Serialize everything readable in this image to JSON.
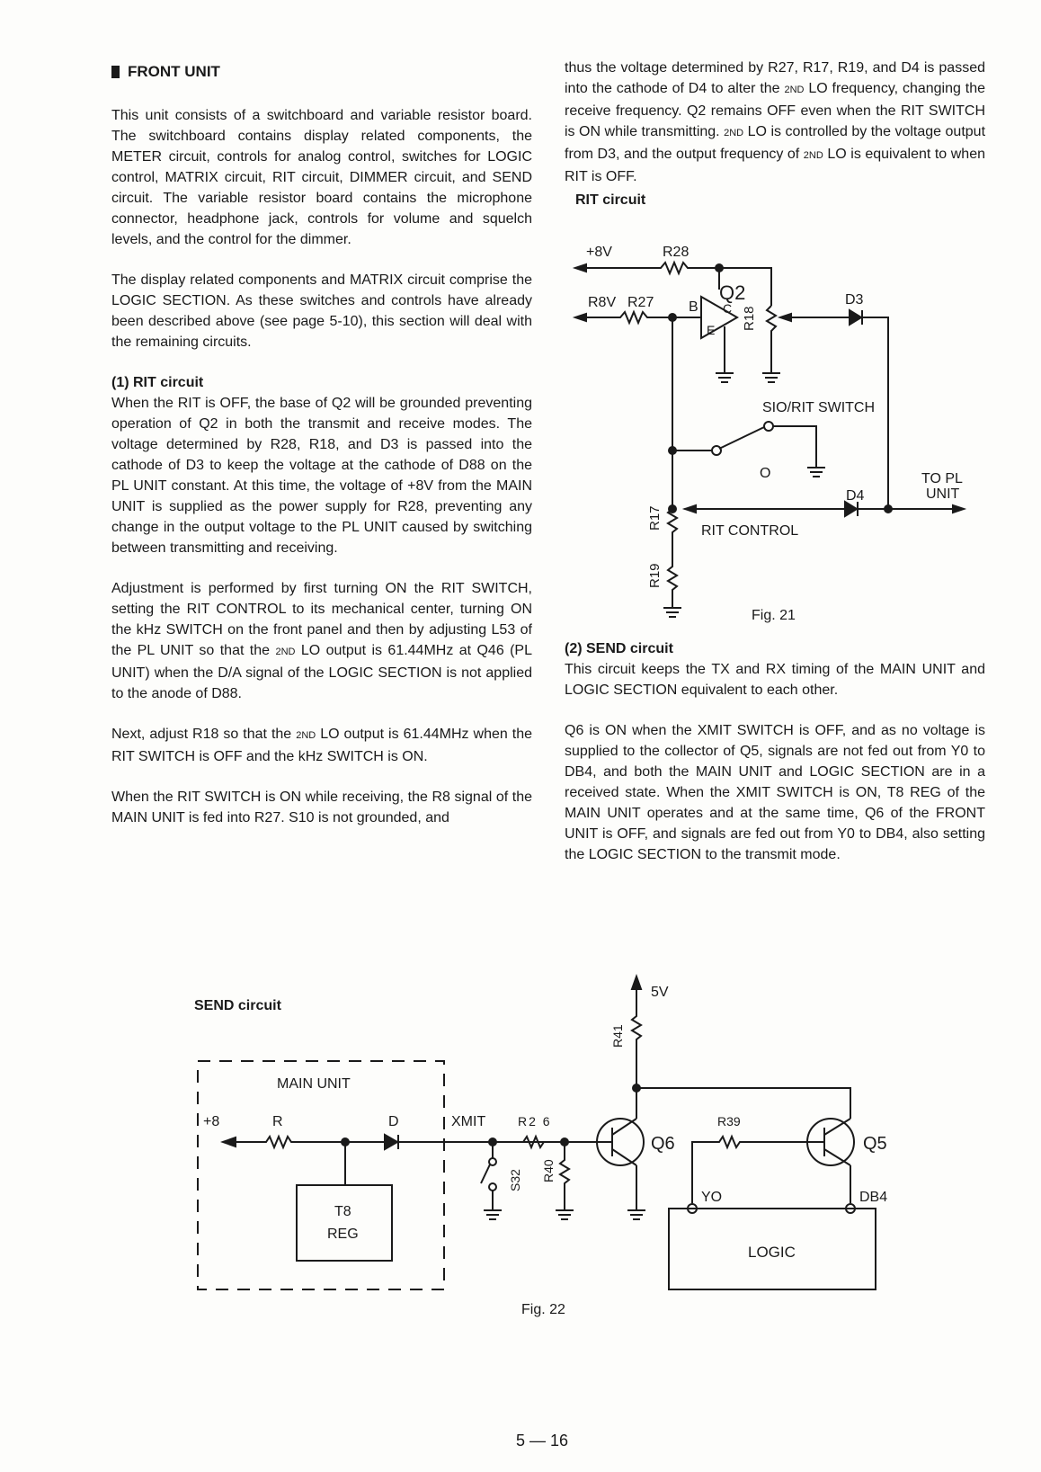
{
  "left_column": {
    "heading": "FRONT UNIT",
    "para1": "This unit consists of a switchboard and variable resistor board. The switchboard contains display related components, the METER circuit, controls for analog control, switches for LOGIC control, MATRIX circuit, RIT circuit, DIMMER circuit, and SEND circuit. The variable resistor board contains the microphone connector, headphone jack, controls for volume and squelch levels, and the control for the dimmer.",
    "para2": "The display related components and MATRIX circuit comprise the LOGIC SECTION. As these switches and controls have already been described above (see page 5-10), this section will deal with the remaining circuits.",
    "sub1_heading": "(1)  RIT circuit",
    "para3": "When the RIT is OFF, the base of Q2 will be grounded preventing operation of Q2 in both the transmit and receive modes. The voltage determined by R28, R18, and D3 is passed into the cathode of D3 to keep the voltage at the cathode of D88 on the PL UNIT constant. At this time, the voltage of +8V from the MAIN UNIT is supplied as the power supply for R28, preventing any change in the output voltage to the PL UNIT caused by switching between transmitting and receiving.",
    "para4_a": "Adjustment is performed by first turning ON the RIT SWITCH, setting the RIT CONTROL to its mechanical center, turning ON the kHz SWITCH on the front panel and then by adjusting L53 of the PL UNIT so that the ",
    "para4_sc": "2ND",
    "para4_b": " LO output is 61.44MHz at Q46 (PL UNIT) when the D/A signal of the LOGIC SECTION is not applied to the anode of D88.",
    "para5_a": "Next, adjust R18 so that the ",
    "para5_sc": "2ND",
    "para5_b": " LO output is 61.44MHz when the RIT SWITCH is OFF and the kHz SWITCH is ON.",
    "para6": "When the RIT SWITCH is ON while receiving, the R8 signal of the MAIN UNIT is fed into R27. S10 is not grounded, and"
  },
  "right_column": {
    "para1_a": "thus the voltage determined by R27, R17, R19, and D4 is passed into the cathode of D4 to alter the ",
    "para1_sc1": "2ND",
    "para1_b": " LO frequency, changing the receive frequency. Q2 remains OFF even when the RIT SWITCH is ON while transmitting. ",
    "para1_sc2": "2ND",
    "para1_c": " LO is controlled by the voltage output from D3, and the output frequency of ",
    "para1_sc3": "2ND",
    "para1_d": " LO is equivalent to when RIT is OFF.",
    "sub2_heading": "(2)  SEND circuit",
    "para2": "This circuit keeps the TX and RX timing of the MAIN UNIT and LOGIC SECTION equivalent to each other.",
    "para3": "Q6 is ON when the XMIT SWITCH is OFF, and as no voltage is supplied to the collector of Q5, signals are not fed out from Y0 to DB4, and both the MAIN UNIT and LOGIC SECTION are in a received state. When the XMIT SWITCH is ON, T8 REG of the MAIN UNIT operates and at the same time, Q6 of the FRONT UNIT is OFF, and signals are fed out from Y0 to DB4, also setting the LOGIC SECTION to the transmit mode."
  },
  "fig21": {
    "title": "RIT circuit",
    "caption": "Fig. 21",
    "labels": {
      "v8": "+8V",
      "r28": "R28",
      "r8v": "R8V",
      "r27": "R27",
      "q2": "Q2",
      "b": "B",
      "c": "C",
      "e": "E",
      "r18": "R18",
      "d3": "D3",
      "switch": "SIO/RIT SWITCH",
      "o": "O",
      "d4": "D4",
      "topl1": "TO PL",
      "topl2": "UNIT",
      "r17": "R17",
      "rit_control": "RIT CONTROL",
      "r19": "R19"
    }
  },
  "fig22": {
    "title": "SEND circuit",
    "caption": "Fig. 22",
    "labels": {
      "main_unit": "MAIN UNIT",
      "v8": "+8",
      "r": "R",
      "d": "D",
      "t8": "T8",
      "reg": "REG",
      "xmit": "XMIT",
      "r26": "R2 6",
      "s32": "S32",
      "r40": "R40",
      "r41": "R41",
      "v5": "5V",
      "q6": "Q6",
      "r39": "R39",
      "q5": "Q5",
      "yo": "YO",
      "db4": "DB4",
      "logic": "LOGIC"
    }
  },
  "page_number": "5 — 16"
}
